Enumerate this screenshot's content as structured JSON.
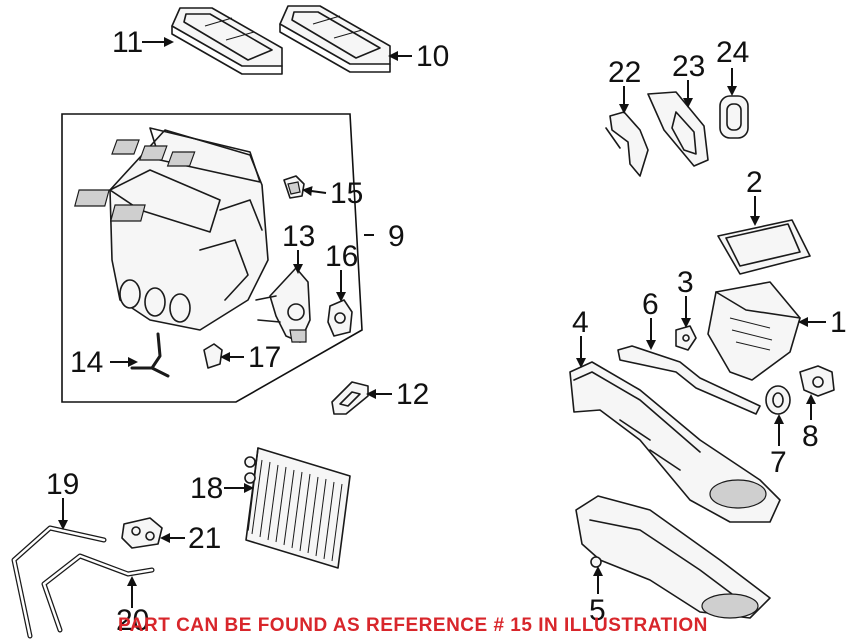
{
  "callouts": {
    "c1": "1",
    "c2": "2",
    "c3": "3",
    "c4": "4",
    "c5": "5",
    "c6": "6",
    "c7": "7",
    "c8": "8",
    "c9": "9",
    "c10": "10",
    "c11": "11",
    "c12": "12",
    "c13": "13",
    "c14": "14",
    "c15": "15",
    "c16": "16",
    "c17": "17",
    "c18": "18",
    "c19": "19",
    "c20": "20",
    "c21": "21",
    "c22": "22",
    "c23": "23",
    "c24": "24"
  },
  "notice": "PART CAN BE FOUND AS REFERENCE # 15 IN ILLUSTRATION",
  "colors": {
    "notice": "#d8262b",
    "line": "#1a1a1a"
  }
}
